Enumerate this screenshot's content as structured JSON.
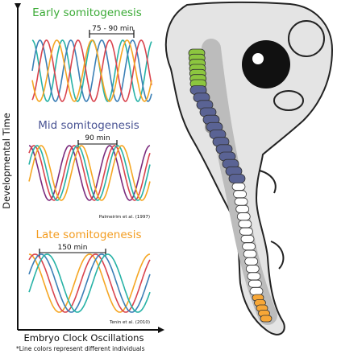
{
  "axes": {
    "y_label": "Developmental Time",
    "x_label": "Embryo Clock Oscillations"
  },
  "footnote": "*Line colors represent different individuals",
  "colors": {
    "early": "#3aaa35",
    "mid": "#4a5494",
    "late": "#f39c1f",
    "line_a": "#7b2c7e",
    "line_b": "#27b2a6",
    "line_c": "#f5a623",
    "line_d": "#3b7fb6",
    "line_e": "#d9444e",
    "somite_green": "#8cc63f",
    "somite_blue": "#5a6394",
    "somite_white": "#ffffff",
    "somite_orange": "#f7a737",
    "embryo_fill": "#e4e4e4",
    "embryo_stroke": "#222222"
  },
  "panels": [
    {
      "title": "Early somitogenesis",
      "period_label": "75 - 90 min",
      "citation": ""
    },
    {
      "title": "Mid somitogenesis",
      "period_label": "90 min",
      "citation": "Palmeirim et al. (1997)"
    },
    {
      "title": "Late somitogenesis",
      "period_label": "150 min",
      "citation": "Tenin et al. (2010)"
    }
  ],
  "waves": [
    {
      "panel": "early",
      "cycles": 3.4,
      "lines": [
        {
          "color_key": "line_b",
          "phase": 0.0,
          "period_scale": 0.86
        },
        {
          "color_key": "line_d",
          "phase": 0.25,
          "period_scale": 0.88
        },
        {
          "color_key": "line_e",
          "phase": 0.45,
          "period_scale": 0.9
        },
        {
          "color_key": "line_c",
          "phase": 0.7,
          "period_scale": 1.0
        }
      ]
    },
    {
      "panel": "mid",
      "cycles": 3.0,
      "lines": [
        {
          "color_key": "line_a",
          "phase": 0.0,
          "period_scale": 1.0
        },
        {
          "color_key": "line_e",
          "phase": 0.12,
          "period_scale": 1.0
        },
        {
          "color_key": "line_b",
          "phase": 0.2,
          "period_scale": 1.0
        },
        {
          "color_key": "line_c",
          "phase": 0.3,
          "period_scale": 1.0
        }
      ]
    },
    {
      "panel": "late",
      "cycles": 2.0,
      "lines": [
        {
          "color_key": "line_c",
          "phase": 0.0,
          "period_scale": 1.0
        },
        {
          "color_key": "line_e",
          "phase": 0.1,
          "period_scale": 1.0
        },
        {
          "color_key": "line_d",
          "phase": 0.2,
          "period_scale": 1.0
        },
        {
          "color_key": "line_b",
          "phase": 0.3,
          "period_scale": 1.0
        }
      ]
    }
  ],
  "somites": {
    "green": 7,
    "blue": 13,
    "white": 15,
    "orange": 5
  }
}
